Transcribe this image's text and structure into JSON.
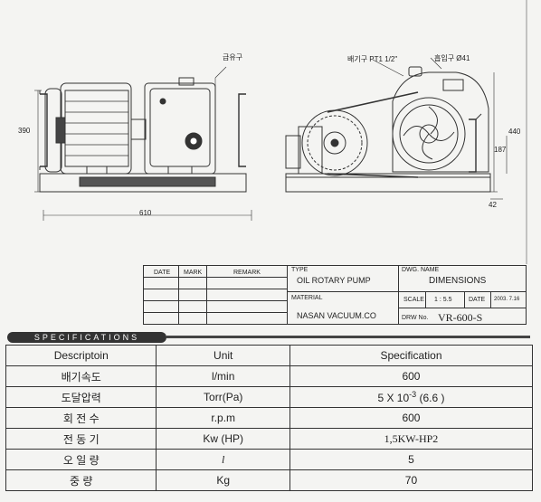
{
  "drawing": {
    "labels": {
      "oil_inlet": "급유구",
      "exhaust": "배기구  PT1 1/2\"",
      "intake": "흡입구  Ø41"
    },
    "dimensions": {
      "width": "610",
      "height": "390",
      "right_height": "440",
      "base_height": "187",
      "base_offset": "42"
    }
  },
  "title_block": {
    "date_header": "DATE",
    "mark_header": "MARK",
    "remark_header": "REMARK",
    "type_label": "TYPE",
    "type_value": "OIL ROTARY PUMP",
    "dwg_name_label": "DWG. NAME",
    "dwg_name_value": "DIMENSIONS",
    "material_label": "MATERIAL",
    "scale_label": "SCALE",
    "scale_value": "1 : 5.5",
    "date_label": "DATE",
    "date_value": "2003. 7.16",
    "company": "NASAN VACUUM.CO",
    "drw_no_label": "DRW No.",
    "drw_no_value": "VR-600-S"
  },
  "specifications": {
    "banner": "SPECIFICATIONS",
    "headers": [
      "Descriptoin",
      "Unit",
      "Specification"
    ],
    "rows": [
      {
        "desc": "배기속도",
        "unit": "l/min",
        "spec": "600"
      },
      {
        "desc": "도달압력",
        "unit": "Torr(Pa)",
        "spec": "5 X 10-3 (6.6 )"
      },
      {
        "desc": "회 전 수",
        "unit": "r.p.m",
        "spec": "600"
      },
      {
        "desc": "전 동 기",
        "unit": "Kw (HP)",
        "spec": "1,5KW-HP2"
      },
      {
        "desc": "오 일 량",
        "unit": "l",
        "spec": "5"
      },
      {
        "desc": "중    량",
        "unit": "Kg",
        "spec": "70"
      }
    ]
  }
}
